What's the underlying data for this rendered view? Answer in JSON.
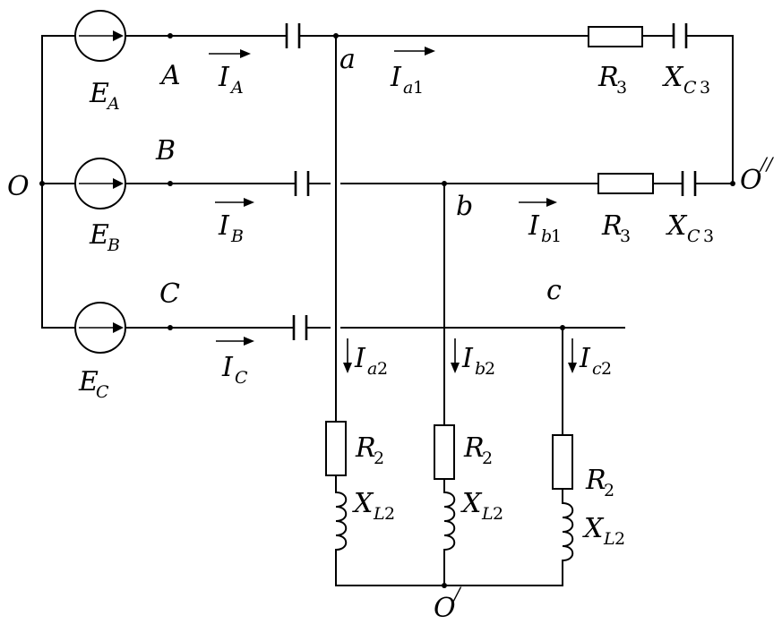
{
  "nodes": {
    "O": "O",
    "A": "A",
    "B": "B",
    "C": "C",
    "a": "a",
    "b": "b",
    "c": "c",
    "O_double_prime": {
      "main": "O",
      "sup": "//"
    },
    "O_prime": {
      "main": "O",
      "sup": "/"
    }
  },
  "sources": {
    "EA": {
      "main": "E",
      "sub": "A"
    },
    "EB": {
      "main": "E",
      "sub": "B"
    },
    "EC": {
      "main": "E",
      "sub": "C"
    }
  },
  "currents": {
    "IA": {
      "main": "I",
      "sub": "A"
    },
    "IB": {
      "main": "I",
      "sub": "B"
    },
    "IC": {
      "main": "I",
      "sub": "C"
    },
    "Ia1": {
      "main": "I",
      "sub": "a",
      "num": "1"
    },
    "Ib1": {
      "main": "I",
      "sub": "b",
      "num": "1"
    },
    "Ia2": {
      "main": "I",
      "sub": "a",
      "num": "2"
    },
    "Ib2": {
      "main": "I",
      "sub": "b",
      "num": "2"
    },
    "Ic2": {
      "main": "I",
      "sub": "c",
      "num": "2"
    }
  },
  "components": {
    "R3_top": {
      "main": "R",
      "num": "3"
    },
    "XC3_top": {
      "main": "X",
      "sub": "C",
      "num": "3"
    },
    "R3_mid": {
      "main": "R",
      "num": "3"
    },
    "XC3_mid": {
      "main": "X",
      "sub": "C",
      "num": "3"
    },
    "R2_a": {
      "main": "R",
      "num": "2"
    },
    "XL2_a": {
      "main": "X",
      "sub": "L",
      "num": "2"
    },
    "R2_b": {
      "main": "R",
      "num": "2"
    },
    "XL2_b": {
      "main": "X",
      "sub": "L",
      "num": "2"
    },
    "R2_c": {
      "main": "R",
      "num": "2"
    },
    "XL2_c": {
      "main": "X",
      "sub": "L",
      "num": "2"
    }
  }
}
